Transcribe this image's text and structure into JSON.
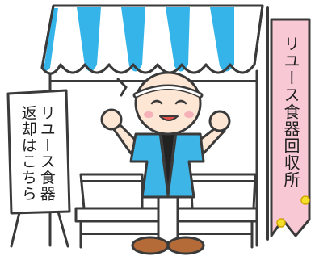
{
  "signboard": {
    "line1": "リユース食器",
    "line2": "返却はこちら"
  },
  "banner": {
    "text": "リユース食器回収所"
  },
  "colors": {
    "awning_stripe": "#34b4e8",
    "banner_fill": "#f8c8d4",
    "happi_coat": "#3db5e6",
    "skin": "#fde6d4",
    "shoes": "#b56b38",
    "outline": "#3a3a3a"
  }
}
